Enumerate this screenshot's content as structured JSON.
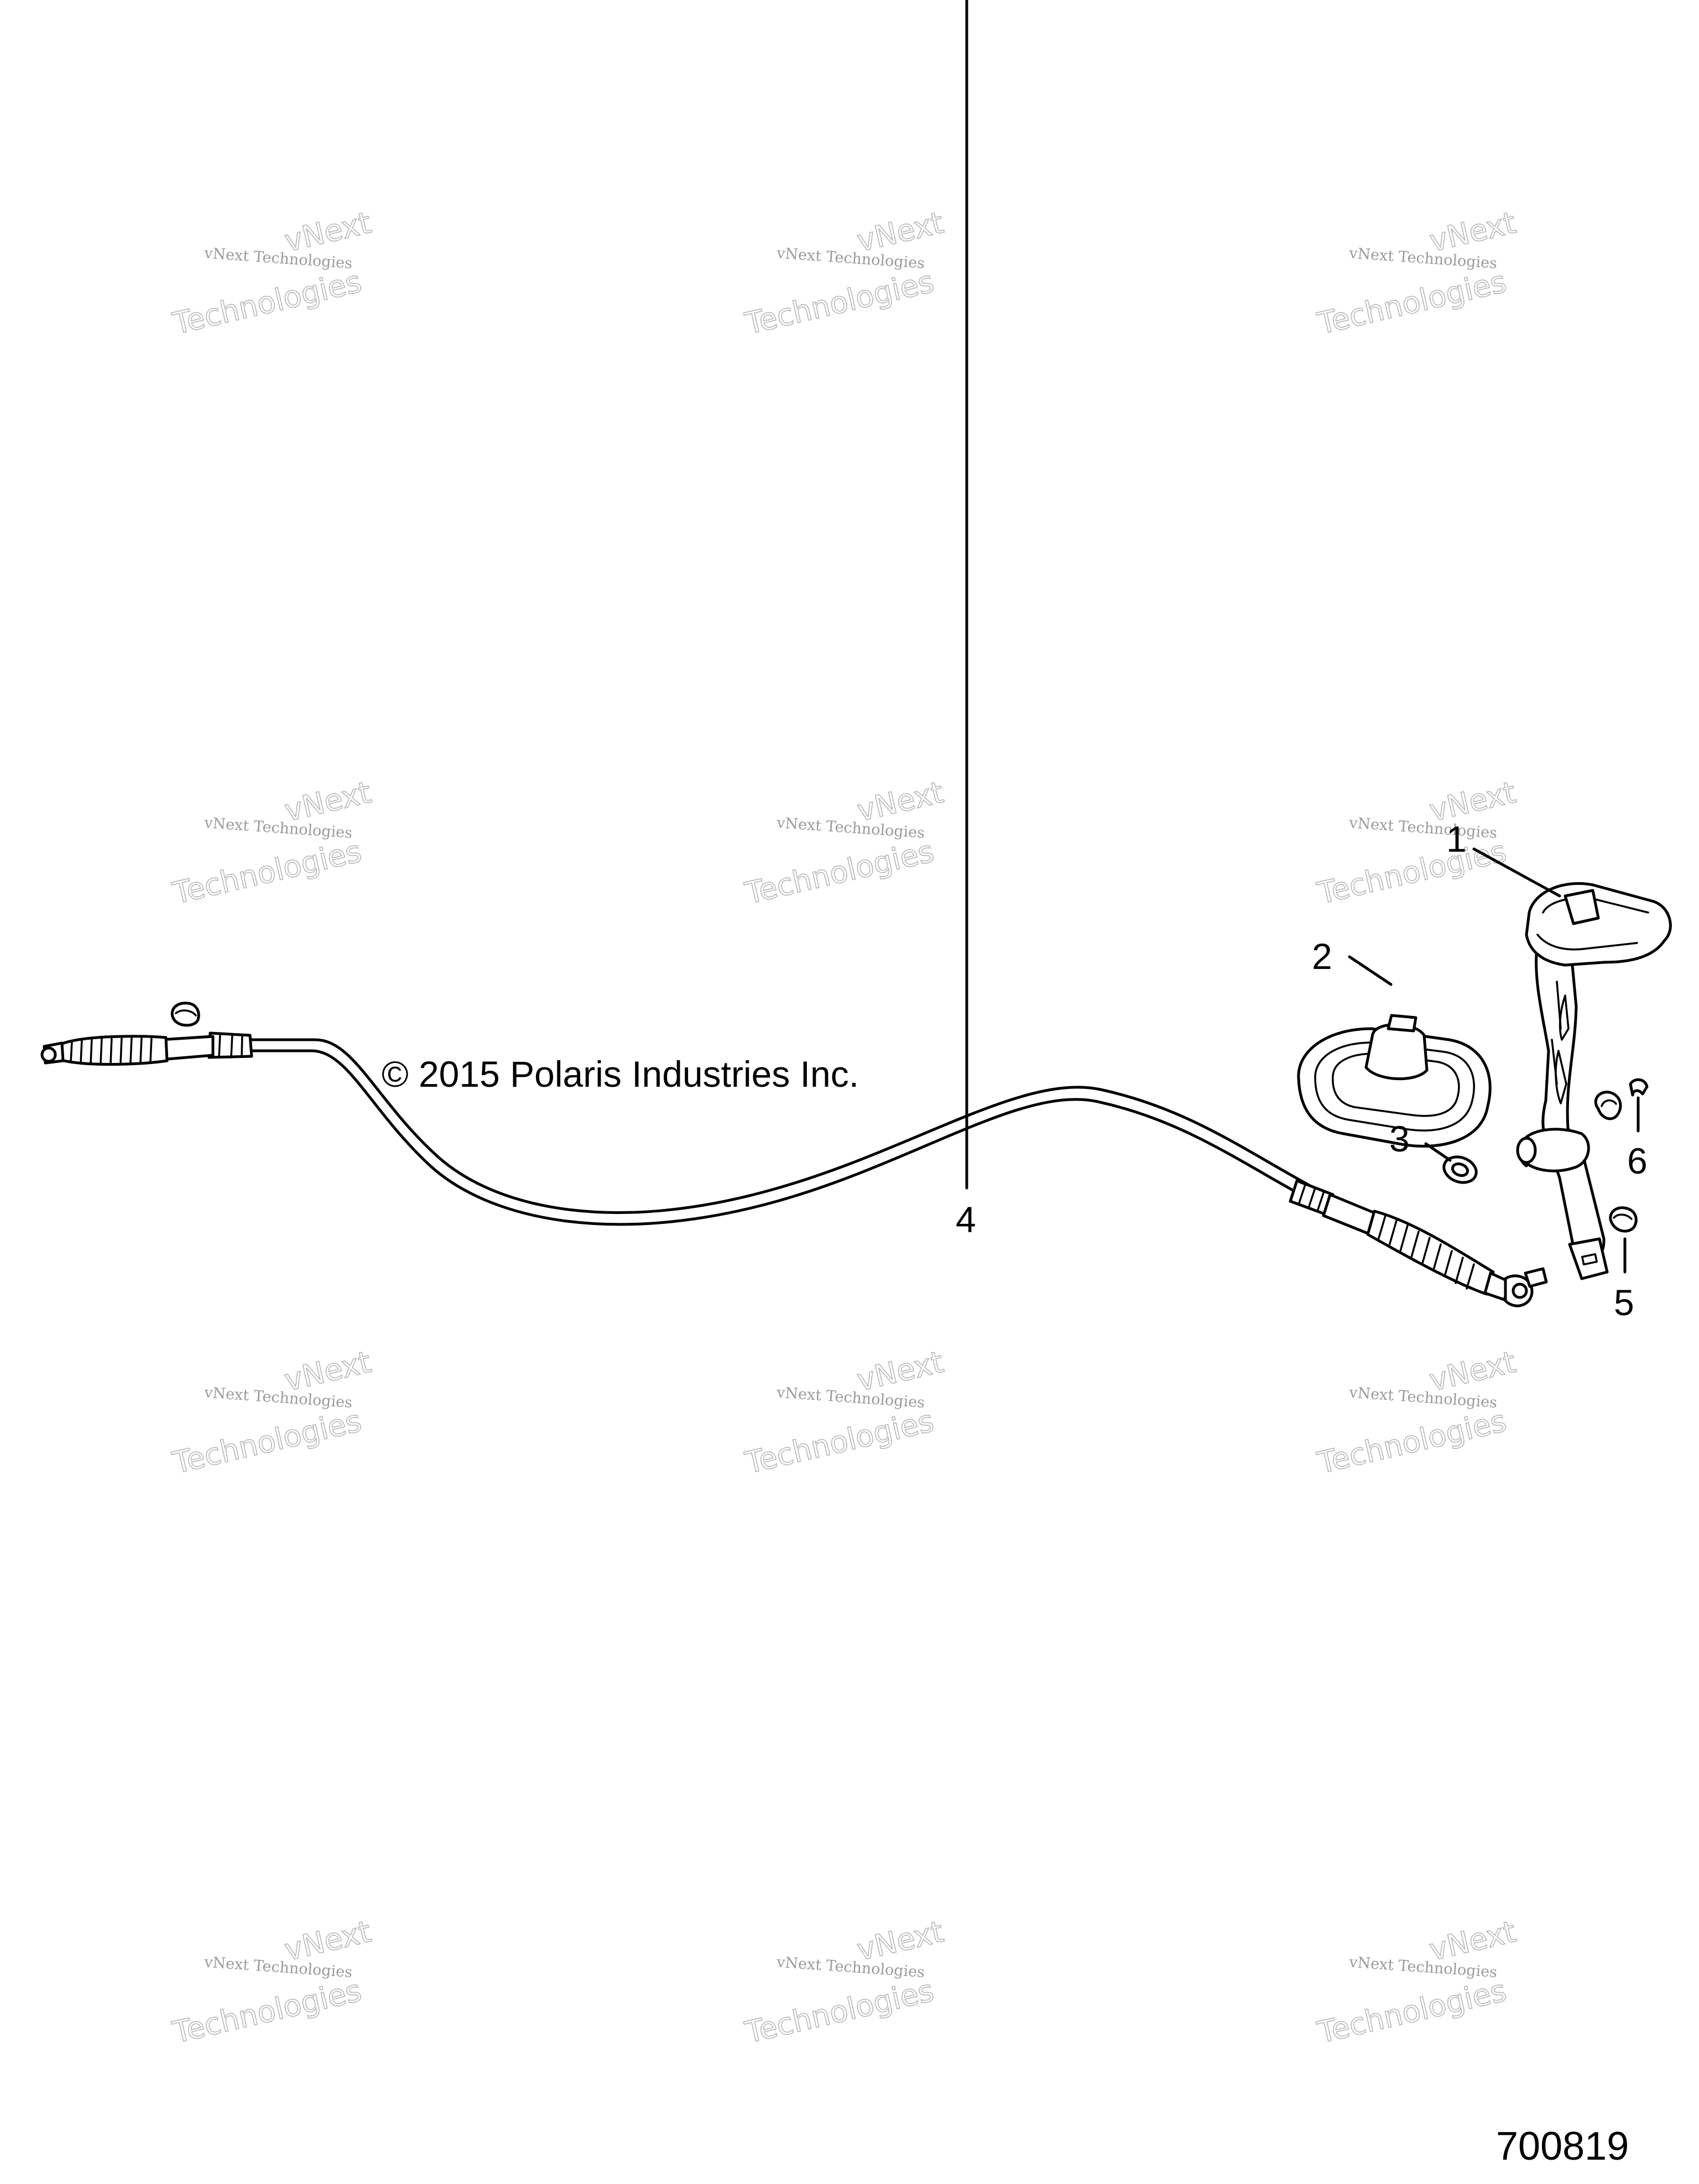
{
  "copyright": "© 2015 Polaris Industries Inc.",
  "figure_number": "700819",
  "watermark": {
    "line_small": "vNext Technologies",
    "line_big_1": "vNext",
    "line_big_2": "Technologies"
  },
  "callouts": [
    {
      "id": "1",
      "part": "shift-knob-lever"
    },
    {
      "id": "2",
      "part": "shift-boot"
    },
    {
      "id": "3",
      "part": "washer"
    },
    {
      "id": "4",
      "part": "shift-cable"
    },
    {
      "id": "5",
      "part": "nut"
    },
    {
      "id": "6",
      "part": "retaining-clip"
    }
  ]
}
